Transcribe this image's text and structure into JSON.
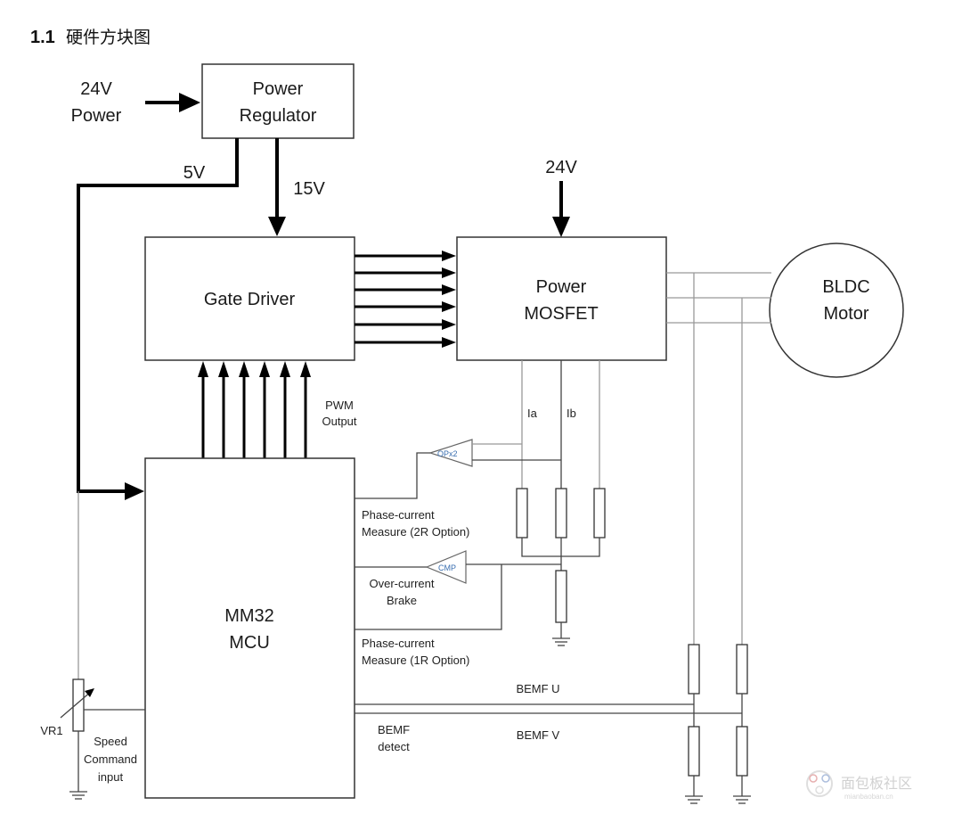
{
  "section": {
    "number": "1.1",
    "title": "硬件方块图"
  },
  "blocks": {
    "power_regulator": [
      "Power",
      "Regulator"
    ],
    "gate_driver": "Gate Driver",
    "power_mosfet": [
      "Power",
      "MOSFET"
    ],
    "bldc_motor": [
      "BLDC",
      "Motor"
    ],
    "mcu": [
      "MM32",
      "MCU"
    ]
  },
  "amplifiers": {
    "opamp": "OPx2",
    "comparator": "CMP"
  },
  "labels": {
    "input_power": [
      "24V",
      "Power"
    ],
    "rail_5v": "5V",
    "rail_15v": "15V",
    "mosfet_supply": "24V",
    "pwm_output": [
      "PWM",
      "Output"
    ],
    "current_a": "Ia",
    "current_b": "Ib",
    "phase_current_2r": [
      "Phase-current",
      "Measure (2R Option)"
    ],
    "over_current": [
      "Over-current",
      "Brake"
    ],
    "phase_current_1r": [
      "Phase-current",
      "Measure (1R Option)"
    ],
    "bemf_u": "BEMF U",
    "bemf_v": "BEMF V",
    "bemf_detect": [
      "BEMF",
      "detect"
    ],
    "vr1": "VR1",
    "speed_command": [
      "Speed",
      "Command",
      "input"
    ]
  },
  "watermark": {
    "text": "面包板社区",
    "sub": "mianbaoban.cn"
  }
}
